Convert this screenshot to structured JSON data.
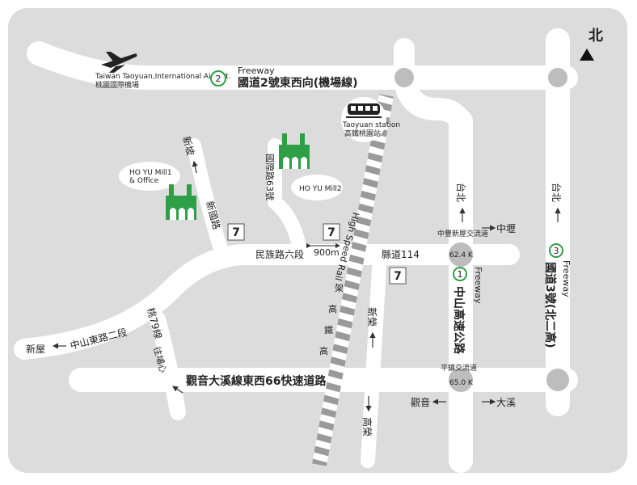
{
  "north": {
    "label": "北"
  },
  "airport": {
    "en": "Taiwan Taoyuan,International Airport.",
    "zh": "桃園國際機場"
  },
  "freeway2": {
    "en": "Freeway",
    "num": "2",
    "name": "國道2號東西向(機場線)"
  },
  "station": {
    "en": "Taoyuan station",
    "zh": "高鐵桃園站"
  },
  "mill1": {
    "line1": "HO YU Mill1",
    "line2": "& Office"
  },
  "mill2": {
    "label": "HO YU Mill2"
  },
  "roads": {
    "xinpo": "新坡",
    "xinguo_rd": "新國路",
    "lane63": "國際路63號",
    "minzu6": "民族路六段",
    "distance": "900m",
    "county114": "縣道114",
    "hsr_en": "High Speed Rail",
    "hsr_zh": [
      "高",
      "鐵",
      "高",
      "架"
    ],
    "zhongshan_e2": "中山東路二段",
    "xinwu_left": "新屋",
    "tao79": "桃79線",
    "wangpu": "往埔心",
    "xinrong_n": "新榮",
    "gaorong": "高榮",
    "guanyin66": "觀音大溪線東西66快速道路",
    "guanyin_dir": "觀音",
    "daxi_dir": "大溪"
  },
  "fw1": {
    "taipei": "台北",
    "zhongli": "中壢",
    "interchange_north": "中豐新屋交流道",
    "k_north": "62.4 K",
    "num": "1",
    "en": "Freeway",
    "name": "中山高速公路",
    "interchange_south": "平鎮交流道",
    "k_south": "65.0 K"
  },
  "fw3": {
    "taipei": "台北",
    "num": "3",
    "en": "Freeway",
    "name": "國道3號(北二高)"
  },
  "colors": {
    "background": "#dcdcdc",
    "road": "#ffffff",
    "circle": "#bdbdbd",
    "factory": "#2e9e47",
    "rail": "#9a9a9a"
  },
  "icons": [
    "airplane-icon",
    "train-icon",
    "factory-icon",
    "seven-eleven-icon",
    "freeway-shield-icon",
    "arrow-icon"
  ]
}
